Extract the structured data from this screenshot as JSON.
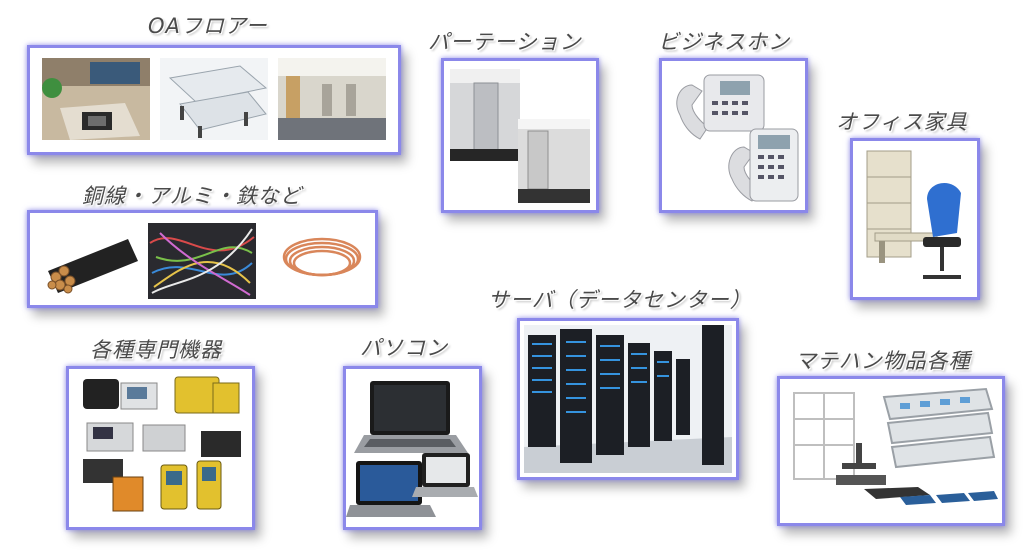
{
  "categories": [
    {
      "id": "oa-floor",
      "label": "OAフロアー"
    },
    {
      "id": "partition",
      "label": "パーテーション"
    },
    {
      "id": "business-phone",
      "label": "ビジネスホン"
    },
    {
      "id": "office-furniture",
      "label": "オフィス家具"
    },
    {
      "id": "copper-aluminum-iron",
      "label": "銅線・アルミ・鉄など"
    },
    {
      "id": "server-datacenter",
      "label": "サーバ（データセンター）"
    },
    {
      "id": "specialized-equipment",
      "label": "各種専門機器"
    },
    {
      "id": "pc",
      "label": "パソコン"
    },
    {
      "id": "material-handling",
      "label": "マテハン物品各種"
    }
  ],
  "colors": {
    "card_border": "#8b88ea",
    "label_text": "#4a4a4a"
  }
}
